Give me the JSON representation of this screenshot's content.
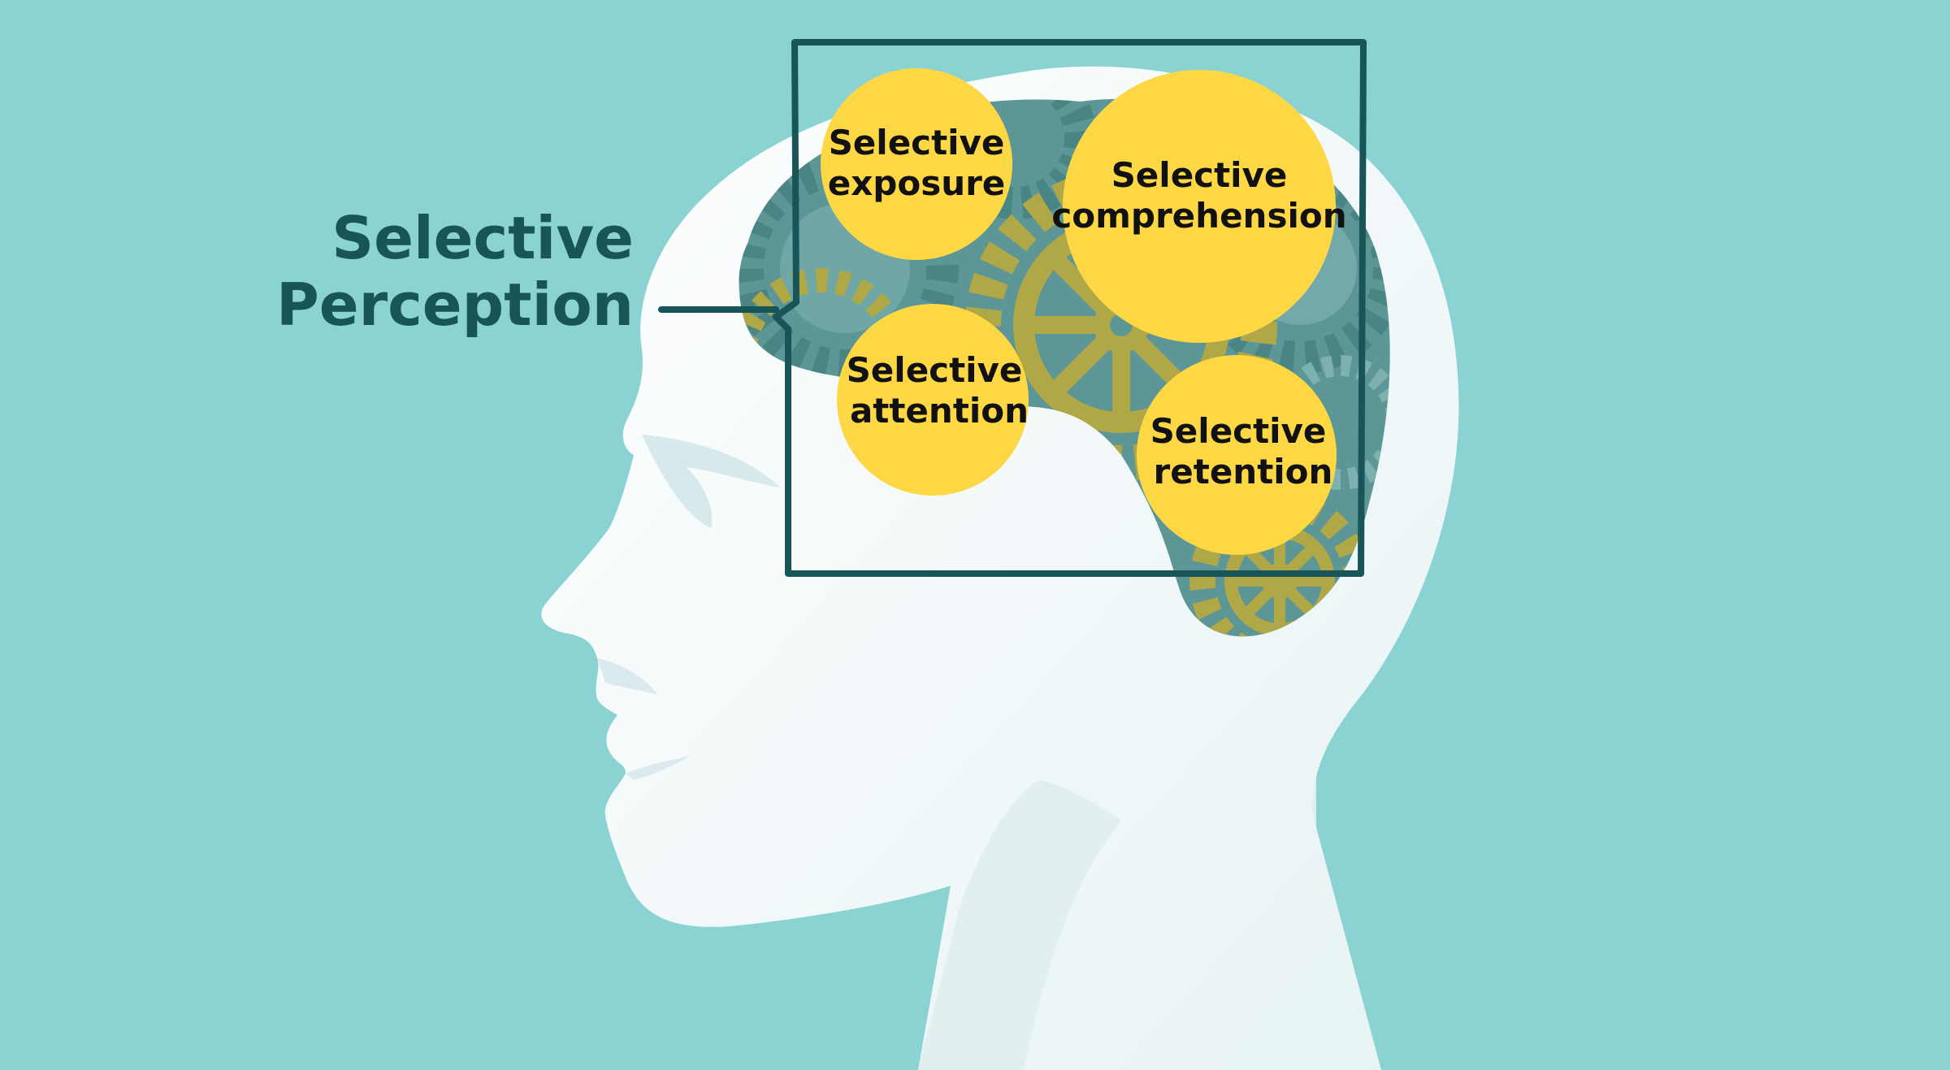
{
  "colors": {
    "background": "#8ad3d2",
    "head": "#f4f9fa",
    "brain": "#5d9696",
    "gear": "#b0a746",
    "bubble": "#fdd844",
    "frame": "#185559",
    "title": "#185559",
    "bubble_text": "#111111"
  },
  "title": {
    "line1": "Selective",
    "line2": "Perception"
  },
  "bubbles": [
    {
      "line1": "Selective",
      "line2": "exposure"
    },
    {
      "line1": "Selective",
      "line2": "comprehension"
    },
    {
      "line1": "Selective",
      "line2": "attention"
    },
    {
      "line1": "Selective",
      "line2": "retention"
    }
  ]
}
